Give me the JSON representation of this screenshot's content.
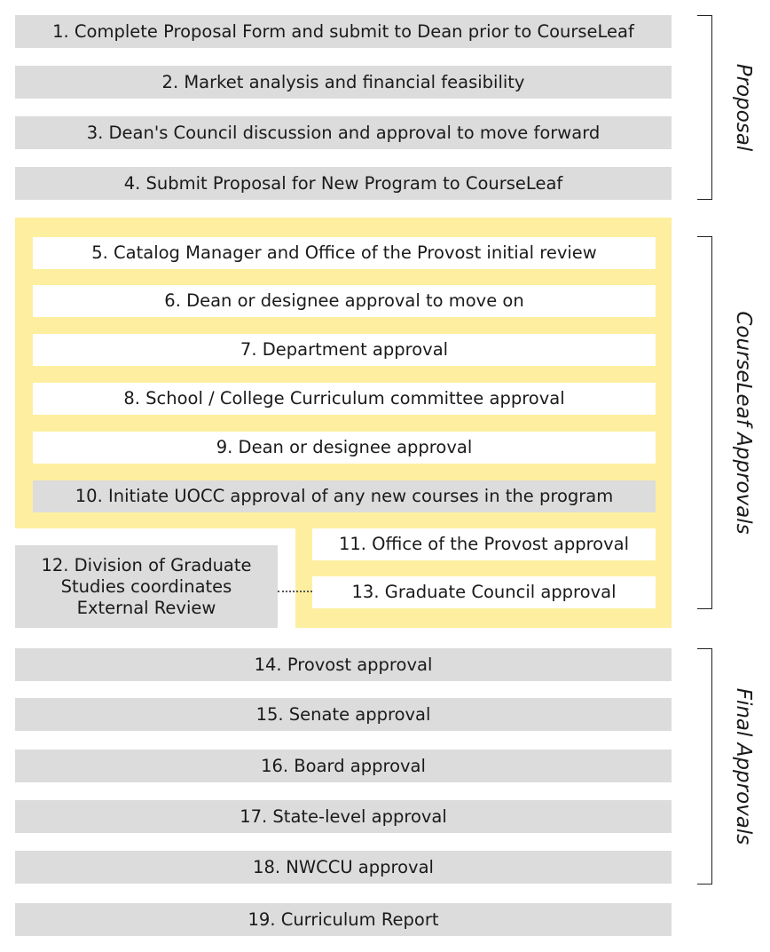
{
  "proposal": {
    "label": "Proposal",
    "steps": [
      "1. Complete Proposal Form and submit to Dean prior to CourseLeaf",
      "2. Market analysis and financial feasibility",
      "3. Dean's Council discussion and approval to move forward",
      "4. Submit Proposal for New Program to CourseLeaf"
    ]
  },
  "courseleaf": {
    "label": "CourseLeaf Approvals",
    "steps": [
      "5. Catalog Manager and Office of the Provost initial review",
      "6. Dean or designee approval to move on",
      "7. Department approval",
      "8. School / College Curriculum committee approval",
      "9. Dean or designee approval",
      "10. Initiate UOCC approval of any new courses in the program",
      "11. Office of the Provost approval",
      "13. Graduate Council approval"
    ],
    "graduate_review": [
      "12. Division of Graduate",
      "Studies coordinates",
      "External Review"
    ]
  },
  "final": {
    "label": "Final Approvals",
    "steps": [
      "14. Provost approval",
      "15. Senate approval",
      "16. Board approval",
      "17. State-level approval",
      "18. NWCCU approval"
    ]
  },
  "report": "19. Curriculum Report",
  "colors": {
    "grey_box": "#dcdcdc",
    "yellow_region": "#fdef9f",
    "white_box": "#ffffff",
    "text": "#1a1a1a"
  }
}
